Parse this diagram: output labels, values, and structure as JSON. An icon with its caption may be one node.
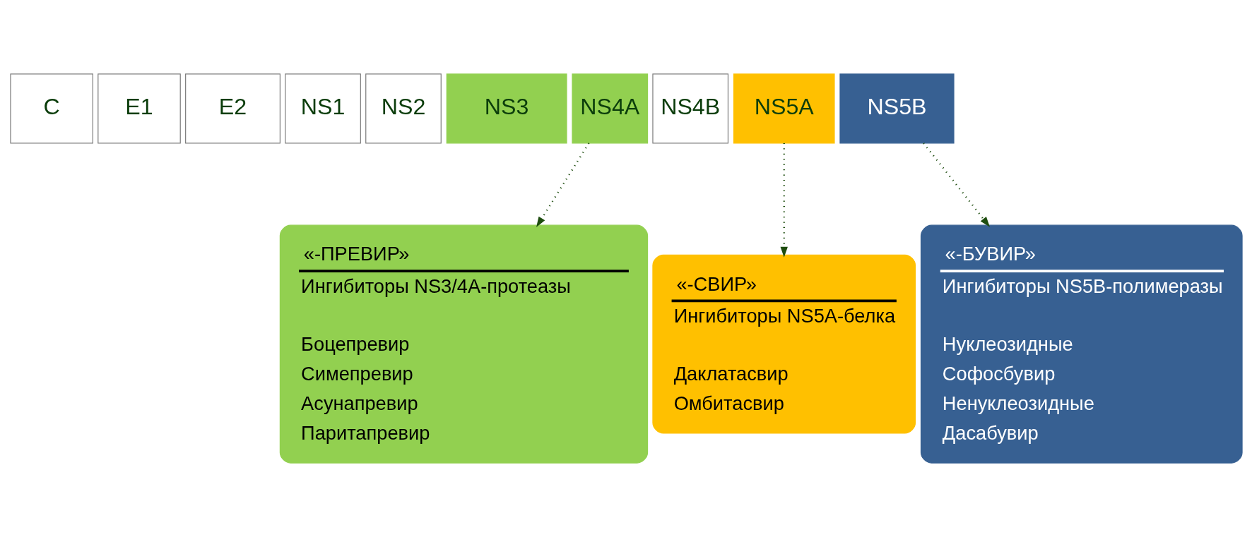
{
  "diagram": {
    "nodes": [
      {
        "text": [
          "C"
        ]
      },
      {
        "text": [
          "E1"
        ]
      },
      {
        "text": [
          "E2"
        ]
      },
      {
        "text": [
          "NS1"
        ]
      },
      {
        "text": [
          "NS2"
        ]
      },
      {
        "text": [
          "NS3"
        ]
      },
      {
        "text": [
          "NS4A"
        ]
      },
      {
        "text": [
          "NS4B"
        ]
      },
      {
        "text": [
          "NS5A"
        ]
      },
      {
        "text": [
          "NS5B"
        ]
      },
      {
        "text": [
          "«-ПРЕВИР»",
          "Ингибиторы NS3/4A-протеазы",
          "Боцепревир",
          "Симепревир",
          "Асунапревир",
          "Паритапревир"
        ]
      },
      {
        "text": [
          "«-СВИР»",
          "Ингибиторы NS5A-белка",
          "Даклатасвир",
          "Омбитасвир"
        ]
      },
      {
        "text": [
          "«-БУВИР»",
          "Ингибиторы NS5B-полимеразы",
          "Нуклеозидные",
          "Софосбувир",
          "Ненуклеозидные",
          "Дасабувир"
        ]
      }
    ],
    "edges": [
      {
        "from": 6,
        "to": 10,
        "arrow": "to",
        "style": "dashed"
      },
      {
        "from": 8,
        "to": 11,
        "arrow": "to",
        "style": "dashed"
      },
      {
        "from": 9,
        "to": 12,
        "arrow": "to",
        "style": "dashed"
      }
    ]
  }
}
